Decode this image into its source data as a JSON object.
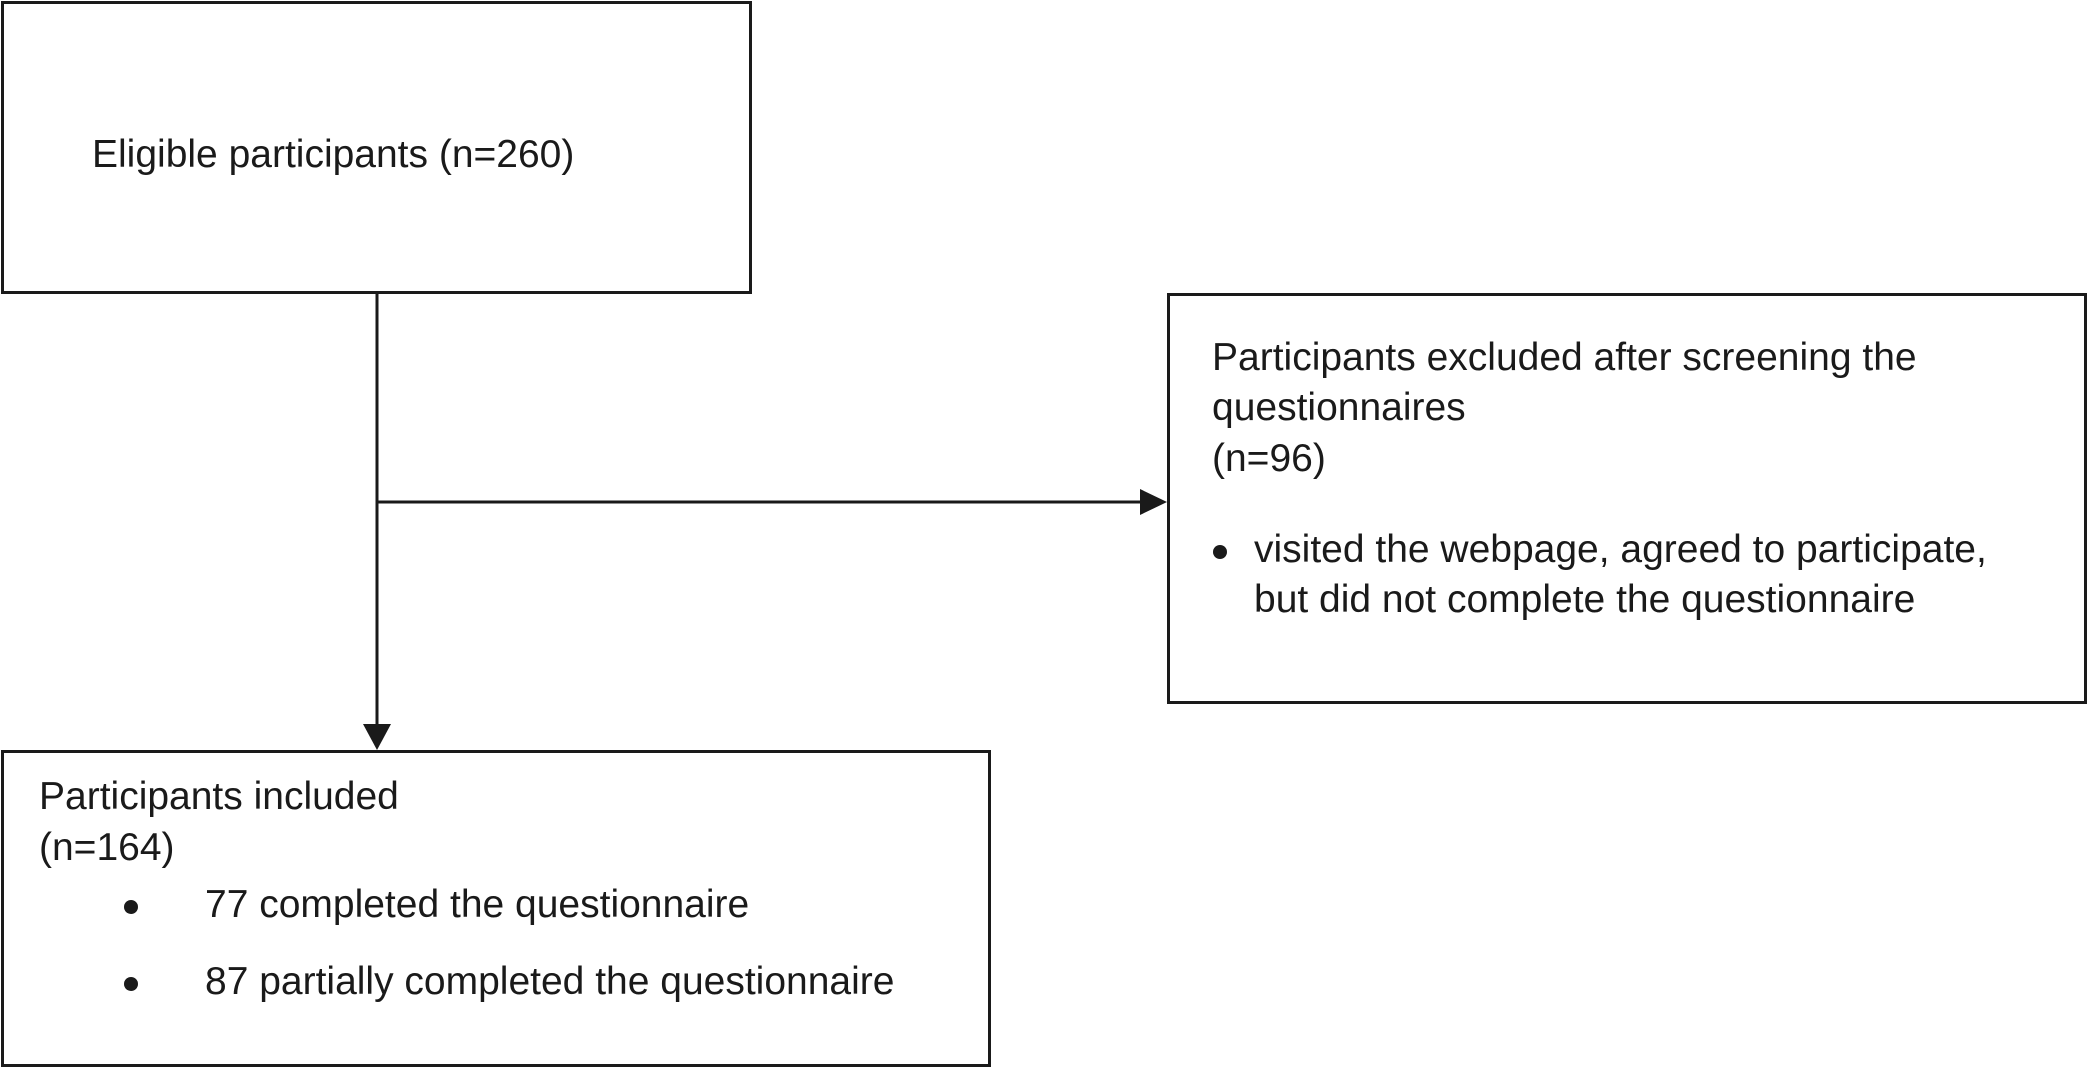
{
  "eligible": {
    "text": "Eligible participants (n=260)"
  },
  "excluded": {
    "title_line1": "Participants excluded after screening the",
    "title_line2": "questionnaires",
    "count": "(n=96)",
    "reasons": [
      {
        "line1": "visited the webpage, agreed to participate,",
        "line2": "but did not complete the questionnaire"
      }
    ]
  },
  "included": {
    "title": "Participants included",
    "count": "(n=164)",
    "items": [
      "77 completed the questionnaire",
      "87 partially completed the questionnaire"
    ]
  },
  "colors": {
    "line": "#1a1a1a",
    "background": "#ffffff"
  }
}
